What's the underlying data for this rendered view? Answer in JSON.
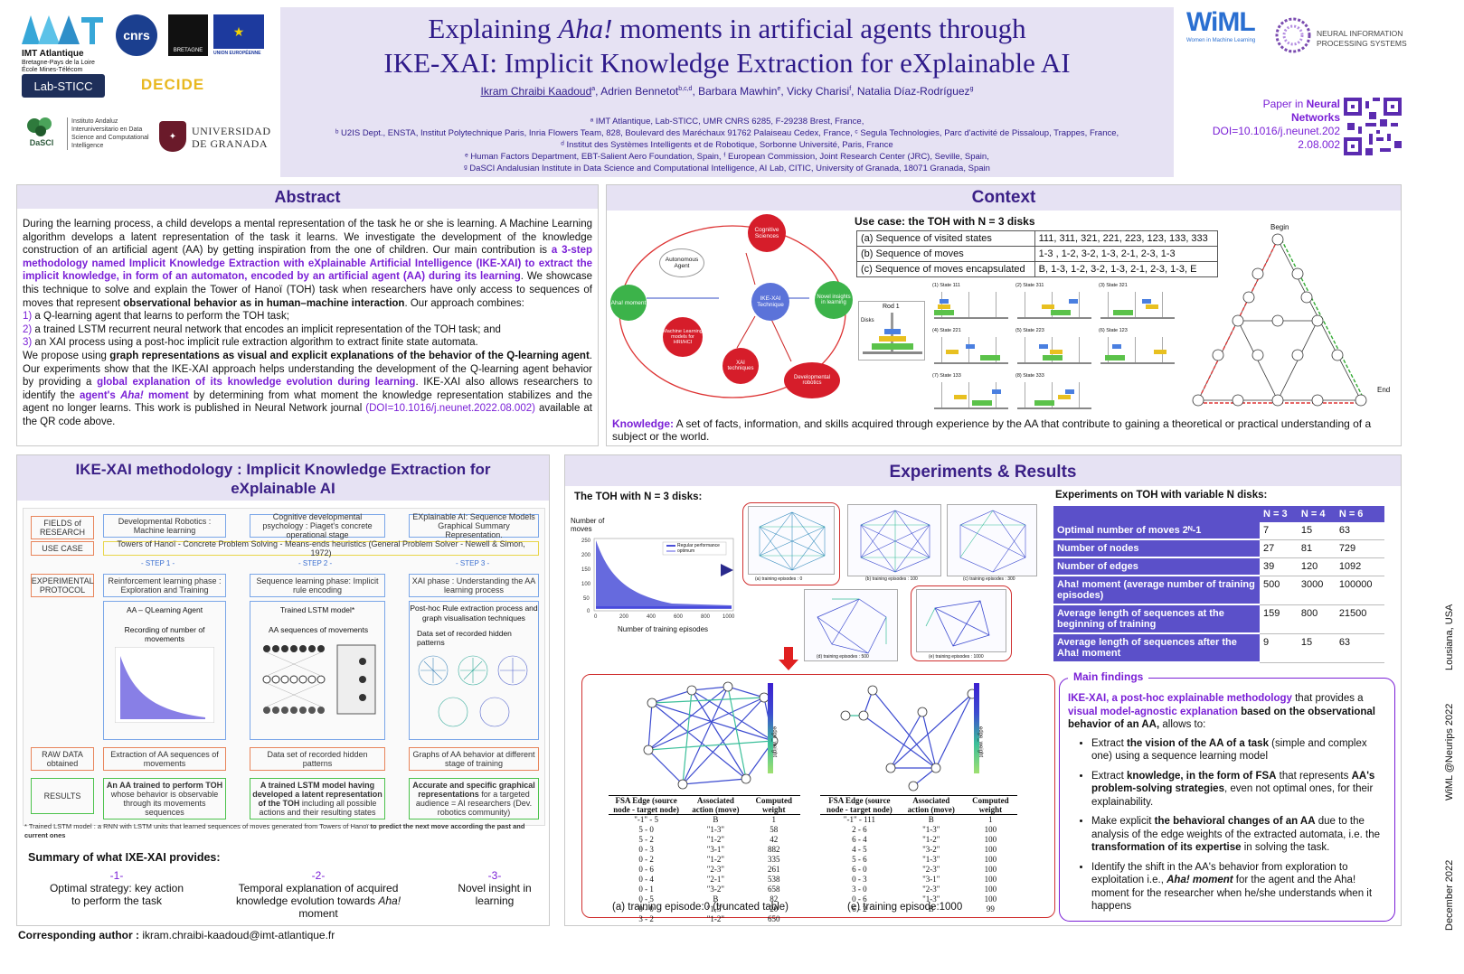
{
  "title": {
    "line1_pre": "Explaining ",
    "line1_em": "Aha!",
    "line1_post": " moments in artificial agents through",
    "line2": "IKE-XAI: Implicit Knowledge Extraction for eXplainable AI"
  },
  "authors": {
    "first": "Ikram Chraibi Kaadoud",
    "first_sup": "a",
    "rest": [
      {
        "name": "Adrien Bennetot",
        "sup": "b,c,d"
      },
      {
        "name": "Barbara Mawhin",
        "sup": "e"
      },
      {
        "name": "Vicky Charisi",
        "sup": "f"
      },
      {
        "name": "Natalia Díaz-Rodríguez",
        "sup": "g"
      }
    ]
  },
  "affiliations": [
    "ᵃ IMT Atlantique, Lab-STICC, UMR CNRS 6285, F-29238 Brest, France,",
    "ᵇ U2IS Dept., ENSTA, Institut Polytechnique Paris, Inria Flowers Team, 828, Boulevard des Maréchaux 91762 Palaiseau Cedex, France, ᶜ Segula Technologies, Parc d'activité de Pissaloup, Trappes, France,",
    "ᵈ Institut des Systèmes Intelligents et de Robotique, Sorbonne Université, Paris, France",
    "ᵉ Human Factors Department, EBT-Salient Aero Foundation, Spain, ᶠ European Commission, Joint Research Center (JRC), Seville, Spain,",
    "ᵍ DaSCI Andalusian Institute in Data Science and Computational Intelligence, AI Lab, CITIC, University of Granada, 18071 Granada, Spain"
  ],
  "logos": {
    "imt": "IMT Atlantique",
    "imt_sub1": "Bretagne-Pays de la Loire",
    "imt_sub2": "École Mines-Télécom",
    "cnrs": "cnrs",
    "bretagne": "BRETAGNE",
    "eu": "UNION EUROPÉENNE",
    "labsticc": "Lab-STICC",
    "decide": "DECIDE",
    "dasci": "DaSCI",
    "dasci_text": "Instituto Andaluz Interuniversitario en Data Science and Computational Intelligence",
    "ugr1": "UNIVERSIDAD",
    "ugr2": "DE GRANADA",
    "wiml": "WiML",
    "wiml_sub": "Women in Machine Learning",
    "neurips1": "NEURAL INFORMATION",
    "neurips2": "PROCESSING SYSTEMS"
  },
  "paper_ref": {
    "line1_pre": "Paper in ",
    "line1_bold": "Neural",
    "line2": "Networks",
    "line3": "DOI=10.1016/j.neunet.202",
    "line4": "2.08.002"
  },
  "abstract": {
    "heading": "Abstract",
    "p1": "During the learning process, a child develops a mental representation of the task he or she is learning. A Machine Learning algorithm develops a latent representation of the task it learns. We investigate the development of the knowledge construction of an artificial agent (AA) by getting inspiration from the one of children. Our main contribution is ",
    "p1_highlight": "a 3-step methodology named Implicit Knowledge Extraction with eXplainable Artificial Intelligence (IKE-XAI) to extract the implicit knowledge, in form of an automaton, encoded by an artificial agent (AA) during its learning",
    "p1_end": ". We showcase this technique to solve and explain the Tower of Hanoï (TOH) task when researchers have only access to sequences of moves that represent ",
    "p1_bold": "observational behavior as in human–machine interaction",
    "p1_tail": ". Our approach combines:",
    "items": [
      {
        "num": "1)",
        "text": " a Q-learning agent that learns to perform the TOH task;"
      },
      {
        "num": "2)",
        "text": " a trained LSTM recurrent neural network that encodes an implicit representation of the TOH task; and"
      },
      {
        "num": "3)",
        "text": " an XAI process using a post-hoc implicit rule extraction algorithm to extract finite state automata."
      }
    ],
    "p2_a": "We propose using ",
    "p2_b": "graph representations as visual and explicit explanations of the behavior of the Q-learning agent",
    "p2_c": ". Our experiments show that the IKE-XAI approach helps understanding the development of the Q-learning agent behavior by providing a ",
    "p2_d": "global explanation of its knowledge evolution during learning",
    "p2_e": ". IKE-XAI also allows researchers to identify the ",
    "p2_f": "agent's ",
    "p2_f_em": "Aha!",
    "p2_f2": " moment",
    "p2_g": " by determining from what moment the knowledge representation stabilizes and the agent no longer learns. This work is published in Neural Network journal ",
    "p2_doi": "(DOI=10.1016/j.neunet.2022.08.002)",
    "p2_h": " available at the QR code above."
  },
  "context": {
    "heading": "Context",
    "use_case": "Use case: the TOH with N = 3 disks",
    "table": [
      [
        "(a) Sequence of visited states",
        "111, 311, 321, 221, 223, 123, 133, 333"
      ],
      [
        "(b) Sequence of moves",
        "1-3 , 1-2, 3-2, 1-3, 2-1, 2-3, 1-3"
      ],
      [
        "(c) Sequence of moves encapsulated",
        "B, 1-3, 1-2, 3-2, 1-3, 2-1, 2-3, 1-3, E"
      ]
    ],
    "cycle_nodes": {
      "cog": "Cognitive Sciences",
      "auto": "Autonomous Agent",
      "aha": "Aha! moment",
      "ike": "IKE-XAI Technique",
      "novel": "Novel insights in learning",
      "ml": "Machine Learning models for HRI/HCI",
      "xai": "XAI techniques",
      "dev": "Developmental robotics"
    },
    "states": [
      "(1) State 111",
      "(2) State 311",
      "(3) State 321",
      "(4) State 221",
      "(5) State 223",
      "(6) State 123",
      "(7) State 133",
      "(8) State 333"
    ],
    "rod_label": "Rod 1",
    "disks_label": "Disks",
    "graph_begin": "Begin",
    "graph_end": "End",
    "knowledge_label": "Knowledge:",
    "knowledge_text": " A set of facts, information, and skills acquired through experience by the AA that contribute to gaining a theoretical or practical understanding of a subject or the world."
  },
  "methodology": {
    "heading": "IKE-XAI methodology : Implicit Knowledge Extraction for eXplainable AI",
    "fields": "FIELDS of RESEARCH",
    "use_case": "USE CASE",
    "exp": "EXPERIMENTAL PROTOCOL",
    "raw": "RAW DATA obtained",
    "results": "RESULTS",
    "field1": "Developmental Robotics : Machine learning",
    "field2": "Cognitive developmental psychology : Piaget's concrete operational stage",
    "field3": "EXplainable AI: Sequence Models Graphical Summary Representation.",
    "use_case_text": "Towers of Hanoï - Concrete Problem Solving - Means-ends heuristics (General Problem Solver - Newell & Simon, 1972)",
    "step1": "- STEP 1 -",
    "step2": "- STEP 2 -",
    "step3": "- STEP 3 -",
    "phase1": "Reinforcement learning phase : Exploration and Training",
    "phase2": "Sequence learning phase: Implicit rule encoding",
    "phase3": "XAI phase : Understanding the AA learning process",
    "col1_title": "AA – QLearning Agent",
    "col1_sub": "Recording of number of movements",
    "col2_title": "Trained LSTM model*",
    "col2_sub": "AA sequences of movements",
    "col3_title": "Post-hoc Rule extraction process and graph visualisation techniques",
    "col3_sub": "Data set of recorded hidden patterns",
    "raw1": "Extraction of AA sequences of movements",
    "raw2": "Data set of recorded hidden patterns",
    "raw3": "Graphs of AA behavior at different stage of training",
    "res1_b": "An AA trained to perform TOH",
    "res1": " whose behavior is observable through its movements sequences",
    "res2_b": "A trained LSTM model having developed a latent representation of the TOH",
    "res2": " including all possible actions and their resulting states",
    "res3_b": "Accurate and specific graphical representations",
    "res3": " for a targeted audience = AI researchers (Dev. robotics community)",
    "footnote_a": "* Trained LSTM model : a RNN with LSTM units that learned sequences of moves generated from Towers of Hanoï ",
    "footnote_b": "to predict the next move according the past and current ones",
    "summary_title": "Summary of what IXE-XAI provides:",
    "sum": [
      {
        "n": "-1-",
        "t": "Optimal strategy: key action to perform the task"
      },
      {
        "n": "-2-",
        "t1": "Temporal explanation of acquired knowledge  evolution towards ",
        "em": "Aha!",
        "t2": " moment"
      },
      {
        "n": "-3-",
        "t": "Novel insight in learning"
      }
    ]
  },
  "experiments": {
    "heading": "Experiments & Results",
    "toh3": "The TOH with N = 3 disks:",
    "plot_ylabel": "Number of moves",
    "plot_xlabel": "Number of training episodes",
    "legend1": "Regular performance",
    "legend2": "optimum",
    "thumb_labels": [
      "(a) training episodes : 0",
      "(b) training episodes : 100",
      "(c) training episodes : 300",
      "(d) training episodes : 500",
      "(e) training episodes : 1000"
    ],
    "variable_title": "Experiments on TOH with variable N disks:",
    "table_head": [
      "",
      "N = 3",
      "N = 4",
      "N = 6"
    ],
    "rows": [
      {
        "label": "Optimal number of moves 2ᴺ-1",
        "v": [
          "7",
          "15",
          "63"
        ]
      },
      {
        "label": "Number of nodes",
        "v": [
          "27",
          "81",
          "729"
        ]
      },
      {
        "label": "Number of edges",
        "v": [
          "39",
          "120",
          "1092"
        ]
      },
      {
        "label": "Aha! moment (average number of training episodes)",
        "v": [
          "500",
          "3000",
          "100000"
        ]
      },
      {
        "label": "Average length of sequences at the beginning of training",
        "v": [
          "159",
          "800",
          "21500"
        ]
      },
      {
        "label": "Average length of sequences after the Aha! moment",
        "v": [
          "9",
          "15",
          "63"
        ]
      }
    ],
    "fsa_head": [
      "FSA Edge (source node - target node)",
      "Associated action (move)",
      "Computed weight"
    ],
    "fsa_left": [
      [
        "\"-1\" - 5",
        "B",
        "1"
      ],
      [
        "5 - 0",
        "\"1-3\"",
        "58"
      ],
      [
        "5 - 2",
        "\"1-2\"",
        "42"
      ],
      [
        "0 - 3",
        "\"3-1\"",
        "882"
      ],
      [
        "0 - 2",
        "\"1-2\"",
        "335"
      ],
      [
        "0 - 6",
        "\"2-3\"",
        "261"
      ],
      [
        "0 - 4",
        "\"2-1\"",
        "538"
      ],
      [
        "0 - 1",
        "\"3-2\"",
        "658"
      ],
      [
        "0 - 5",
        "B",
        "82"
      ],
      [
        "0 - 0",
        "\"1-3\"",
        "20"
      ],
      [
        "3 - 2",
        "\"1-2\"",
        "650"
      ]
    ],
    "fsa_right": [
      [
        "\"-1\" - 111",
        "B",
        "1"
      ],
      [
        "2 - 6",
        "\"1-3\"",
        "100"
      ],
      [
        "6 - 4",
        "\"1-2\"",
        "100"
      ],
      [
        "4 - 5",
        "\"3-2\"",
        "100"
      ],
      [
        "5 - 6",
        "\"1-3\"",
        "100"
      ],
      [
        "6 - 0",
        "\"2-3\"",
        "100"
      ],
      [
        "0 - 3",
        "\"3-1\"",
        "100"
      ],
      [
        "3 - 0",
        "\"2-3\"",
        "100"
      ],
      [
        "0 - 6",
        "\"1-3\"",
        "100"
      ],
      [
        "6 - 2",
        "B",
        "99"
      ]
    ],
    "cap_left": "(a) training episode:0 (truncated table)",
    "cap_right": "(e) training episode:1000",
    "colorbar_label": "edge_weight",
    "main_findings_title": "Main findings",
    "mf_intro_a": "IKE-XAI, a post-hoc explainable methodology",
    "mf_intro_b": " that provides a ",
    "mf_intro_c": "visual model-agnostic explanation",
    "mf_intro_d": " based on the observational behavior of an AA,",
    "mf_intro_e": " allows to:",
    "bullets": [
      {
        "a": "Extract ",
        "b": "the vision of the AA of a task",
        "c": " (simple and complex one) using a sequence learning model"
      },
      {
        "a": "Extract ",
        "b": "knowledge, in the form of FSA",
        "c": " that represents ",
        "d": "AA's problem-solving strategies",
        "e": ", even not optimal ones, for their explainability."
      },
      {
        "a": "Make explicit ",
        "b": "the behavioral changes of an AA",
        "c": " due to the analysis of the edge weights of the extracted automata, i.e. the ",
        "d": "transformation of its expertise",
        "e": " in solving the task."
      },
      {
        "a": "Identify the shift in the AA's behavior from exploration to exploitation i.e., ",
        "em": "Aha! moment",
        "c": " for the agent and the Aha! moment for the researcher when he/she understands when it happens"
      }
    ]
  },
  "side": {
    "t1": "Lousiana, USA",
    "t2": "WiML @Neurips 2022",
    "t3": "December 2022"
  },
  "footer": {
    "label": "Corresponding author : ",
    "email": "ikram.chraibi-kaadoud@imt-atlantique.fr"
  },
  "colors": {
    "accent": "#7a1fd6",
    "header_bg": "#e6e2f3",
    "title": "#2f1b8a",
    "table": "#5b50c9"
  }
}
